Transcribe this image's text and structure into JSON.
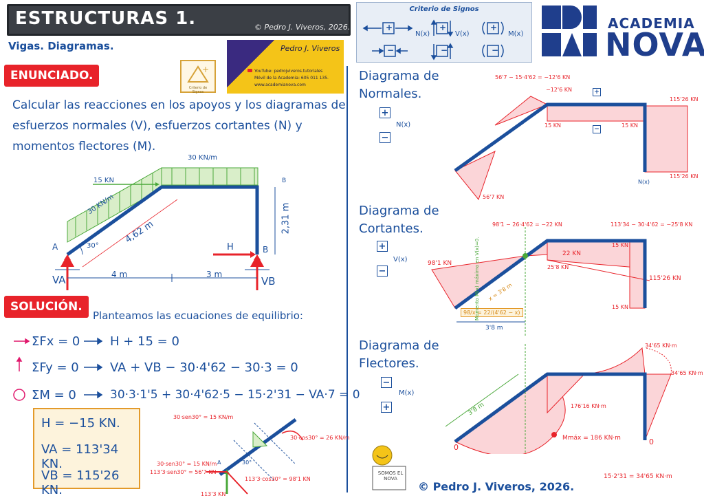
{
  "header": {
    "title": "ESTRUCTURAS 1.",
    "copyright": "© Pedro J. Viveros, 2026.",
    "subtitle": "Vigas. Diagramas."
  },
  "promo": {
    "signature": "Pedro J. Viveros",
    "youtube": "YouTube: pedrojviveros.tutoriales",
    "phone": "Móvil de la Academia: 605 011 135.",
    "web": "www.academianova.com"
  },
  "seal": {
    "caption": "Criterio de Signos"
  },
  "logo": {
    "academia": "ACADEMIA",
    "nova": "NOVA"
  },
  "criteria": {
    "title": "Criterio de Signos",
    "n_label": "N(x)",
    "v_label": "V(x)",
    "m_label": "M(x)",
    "plus": "+",
    "minus": "−"
  },
  "statement": {
    "badge": "ENUNCIADO.",
    "text": "Calcular las reacciones en los apoyos y los diagramas de esfuerzos normales (V), esfuerzos cortantes (N) y momentos flectores (M)."
  },
  "problem_figure": {
    "load_top": "30 KN/m",
    "load_incl": "30 KN/m",
    "point_load": "15 KN",
    "incl_length": "4,62 m",
    "angle": "30°",
    "height": "2,31 m",
    "h_label": "H",
    "a_label": "A",
    "b_label": "B",
    "b_top": "B",
    "va": "VA",
    "vb": "VB",
    "span1": "4 m",
    "span2": "3 m"
  },
  "solution": {
    "badge": "SOLUCIÓN.",
    "intro": "Planteamos las ecuaciones de equilibrio:",
    "eq1_lhs": "ΣFx = 0",
    "eq1_rhs": "H + 15 = 0",
    "eq2_lhs": "ΣFy = 0",
    "eq2_rhs": "VA + VB − 30·4'62 − 30·3 = 0",
    "eq3_lhs": "ΣM = 0",
    "eq3_rhs": "30·3·1'5 + 30·4'62·5 − 15·2'31 − VA·7 = 0",
    "results": [
      "H = −15 KN.",
      "VA = 113'34 KN.",
      "VB = 115'26 KN."
    ]
  },
  "decomp_figure": {
    "t1": "30·sen30° = 15 KN/m",
    "t2": "30·cos30° = 26 KN/m",
    "t3": "30·sen30° = 15 KN/m",
    "t4": "113'3·sen30° = 56'7 KN",
    "t5": "113'3·cos30° = 98'1 KN",
    "t6": "113'3 KN",
    "angle": "30°",
    "a": "A"
  },
  "normals": {
    "title_line1": "Diagrama de",
    "title_line2": "Normales.",
    "n_label": "N(x)",
    "top_calc": "56'7 − 15·4'62 = −12'6 KN",
    "v1": "−12'6 KN",
    "v2": "15 KN",
    "v3": "15 KN",
    "v4": "115'26 KN",
    "v5": "115'26 KN",
    "v6": "56'7 KN",
    "nx": "N(x)"
  },
  "shears": {
    "title_line1": "Diagrama de",
    "title_line2": "Cortantes.",
    "v_label": "V(x)",
    "calc1": "98'1 − 26·4'62 = −22 KN",
    "calc2": "113'34 − 30·4'62 = −25'8 KN",
    "v1": "98'1 KN",
    "v2": "22 KN",
    "v3": "25'8 KN",
    "v4": "15 KN",
    "v5": "15 KN",
    "v6": "115'26 KN",
    "x_eq": "x = 3'8 m",
    "ratio": "98/x = 22/(4'62 − x)",
    "dist": "3'8 m",
    "vline": "Momento M(x) máximo en V(x)=0."
  },
  "moments": {
    "title_line1": "Diagrama de",
    "title_line2": "Flectores.",
    "m_label": "M(x)",
    "v1": "34'65 KN·m",
    "v2": "34'65 KN·m",
    "v3": "176'16 KN·m",
    "v4": "Mmáx = 186 KN·m",
    "dist": "3'8 m",
    "zero1": "0",
    "zero2": "0",
    "calc": "15·2'31 = 34'65 KN·m"
  },
  "mascot": {
    "sign": "SOMOS EL NOVA"
  },
  "footer": {
    "copyright": "© Pedro J. Viveros, 2026."
  }
}
